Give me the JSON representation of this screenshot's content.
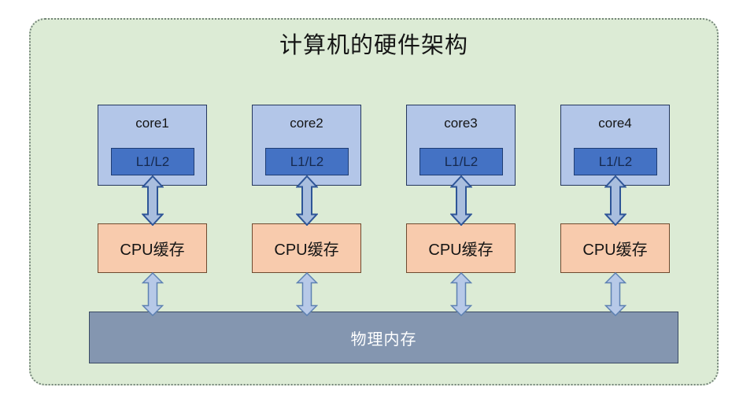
{
  "title": "计算机的硬件架构",
  "cores": [
    {
      "name": "core1",
      "l1l2": "L1/L2"
    },
    {
      "name": "core2",
      "l1l2": "L1/L2"
    },
    {
      "name": "core3",
      "l1l2": "L1/L2"
    },
    {
      "name": "core4",
      "l1l2": "L1/L2"
    }
  ],
  "labels": {
    "cpu_cache": "CPU缓存",
    "physical_memory": "物理内存"
  },
  "icons": {
    "connector": "double-arrow-icon"
  },
  "colors": {
    "panel_background": "#dcebd5",
    "panel_border": "#75857a",
    "core_fill": "#b3c6e8",
    "core_border": "#24365e",
    "l1l2_fill": "#4472c4",
    "l1l2_text": "#16294e",
    "cache_fill": "#f8cbad",
    "cache_border": "#6e4a2f",
    "memory_fill": "#8496b0",
    "memory_text": "#ffffff",
    "arrow_fill_top": "#a9bede",
    "arrow_stroke_top": "#2e5597",
    "arrow_fill_bottom": "#b7c9e8",
    "arrow_stroke_bottom": "#5d81b2"
  }
}
